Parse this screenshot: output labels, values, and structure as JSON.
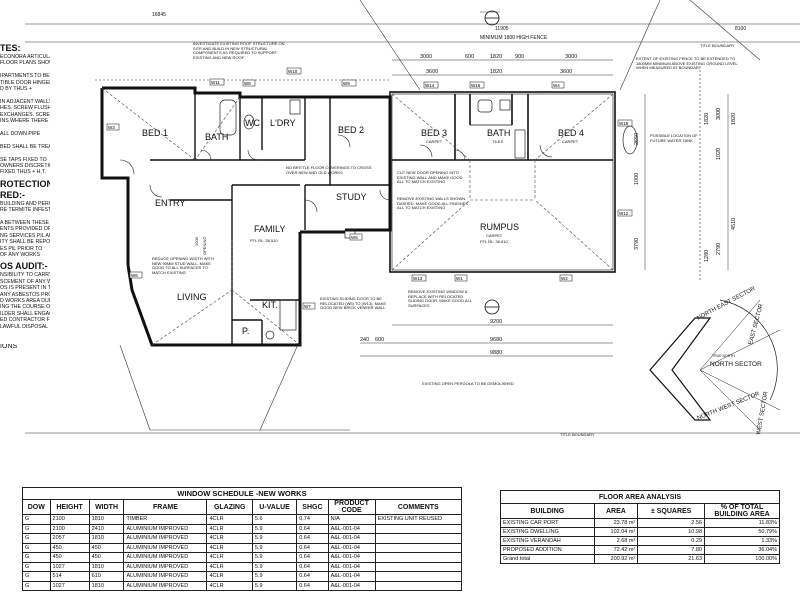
{
  "site": {
    "dims_top": [
      "16845",
      "11905",
      "8100"
    ],
    "fence_note": "MINIMUM 1800 HIGH FENCE",
    "title_boundary": "TITLE BOUNDARY",
    "note_investigate": "INVESTIGATE EXISTING ROOF STRUCTURE ON SITE AND BUILD IN NEW STRUCTURAL COMPONENTS AS REQUIRED TO SUPPORT EXISTING AND NEW ROOF",
    "note_fence": "EXTENT OF EXISTING FENCE TO BE EXTENDED TO 1800MM MINIMUM ABOVE EXISTING GROUND LEVEL WHEN MEASURED AT BOUNDARY",
    "note_tank": "POSSIBLE LOCATION OF FUTURE WATER TANK",
    "note_floor": "NO BRITTLE FLOOR COVERINGS TO CROSS OVER NEW AND OLD WORKS",
    "note_cut_door": "CUT NEW DOOR OPENING INTO EXISTING WALL AND MAKE GOOD ALL TO MATCH EXISTING",
    "note_remove_walls": "REMOVE EXISTING WALLS SHOWN DASHED. MAKE GOOD ALL FINISHES ALL TO MATCH EXISTING",
    "note_reduce": "REDUCE OPENING WIDTH WITH NEW 90MM STUD WALL. MAKE GOOD TO ALL SURFACES TO MATCH EXISTING",
    "note_sliding": "EXISTING SLIDING DOOR TO BE RELOCATED (W5) TO (W13). MAKE GOOD NEW BRICK VENEER WALL",
    "note_window": "REMOVE EXISTING WINDOW & REPLACE WITH RELOCATED SLIDING DOOR. MAKE GOOD ALL SURFACES",
    "note_pergola": "EXISTING OPEN PERGOLA TO BE DEMOLISHED",
    "dims_addition_top": [
      "3000",
      "600",
      "1820",
      "900",
      "3000"
    ],
    "dims_addition_second": [
      "3600",
      "1820",
      "3600"
    ],
    "dims_bottom": [
      "9200",
      "9680",
      "9880"
    ],
    "dims_bottom_small": [
      "240",
      "600"
    ],
    "dims_right": [
      "2650",
      "1820",
      "1000",
      "3790",
      "1280",
      "4510"
    ],
    "dims_right_inner": [
      "3000",
      "1020",
      "1820",
      "2790"
    ],
    "dim_opening": "1000",
    "opening_label": "OPENING"
  },
  "rooms": {
    "bed1": "BED 1",
    "bath": "BATH",
    "wc": "WC",
    "ldry": "L'DRY",
    "bed2": "BED 2",
    "entry": "ENTRY",
    "family": "FAMILY",
    "family_rl": "FFL RL: 38.510",
    "study": "STUDY",
    "living": "LIVING",
    "kit": "KIT.",
    "p": "P.",
    "bed3": "BED 3",
    "bed3_sub": "CARPET",
    "bath2": "BATH",
    "bath2_sub": "TILES",
    "bed4": "BED 4",
    "bed4_sub": "CARPET",
    "rumpus": "RUMPUS",
    "rumpus_sub": "CARPET",
    "rumpus_rl": "FFL RL: 38.610"
  },
  "windows": [
    "W11",
    "W8",
    "W10",
    "W9",
    "W14",
    "W16",
    "W4",
    "W3",
    "W5",
    "W6",
    "W7",
    "W13",
    "W1",
    "W2",
    "W12",
    "W15"
  ],
  "compass": {
    "ne": "NORTH EAST SECTOR",
    "east": "EAST SECTOR",
    "north": "NORTH SECTOR",
    "true_north": "TRUE NORTH",
    "nw": "NORTH WEST SECTOR",
    "west": "WEST SECTOR"
  },
  "notes": {
    "h1": "TES:",
    "l1": [
      "ECONORA ARTICULATION",
      "FLOOR PLANS SHOWN",
      "",
      "IPARTMENTS TO BE",
      "TIBLE DOOR HINGED OR",
      "D BY THUS +",
      "",
      "IN ADJACENT WALLS TO",
      "HES. SCREW FLUSH TO",
      "EXCHANGES. SCREW",
      "INS WHERE THERE IS",
      "",
      "ALL DOWN PIPE",
      "",
      "BED SHALL BE TREATED",
      "",
      "SE TAPS FIXED TO",
      "OWNERS DISCRETION",
      "FIXED THUS + H.T."
    ],
    "h2": "ROTECTION RED:-",
    "l2": [
      "BUILDING AND PERIMETER",
      "RE TERMITE INFESTATION TO",
      "",
      "A BETWEEN THESE",
      "ENTS PROVIDED OR",
      "NG SERVICES PIL AND",
      "ITY SHALL BE REPORTED",
      "ES PIL PRIOR TO",
      "OF ANY WORKS"
    ],
    "h3": "OS AUDIT:-",
    "l3": [
      "NSIBILITY TO CARRY OUT",
      "SCEMENT OF ANY WORKS",
      "OS IS PRESENT IN THE",
      "ANY ASBESTOS PRODUCT",
      "D WORKS AREA DURING",
      "ING THE COURSE OF THE",
      "ILDER SHALL ENGAGE AN",
      "ED CONTRACTOR FOR",
      "LAWFUL DISPOSAL"
    ],
    "l4": "IONS"
  },
  "window_schedule": {
    "title": "WINDOW SCHEDULE -NEW WORKS",
    "headers": [
      "DOW",
      "HEIGHT",
      "WIDTH",
      "FRAME",
      "GLAZING",
      "U-VALUE",
      "SHGC",
      "PRODUCT CODE",
      "COMMENTS"
    ],
    "rows": [
      [
        "G",
        "2100",
        "1810",
        "TIMBER",
        "4CLR",
        "5.6",
        "0.74",
        "N/A",
        "EXISTING UNIT REUSED"
      ],
      [
        "G",
        "2100",
        "2410",
        "ALUMINIUM IMPROVED",
        "4CLR",
        "5.9",
        "0.64",
        "A&L-001-04",
        ""
      ],
      [
        "G",
        "2057",
        "1810",
        "ALUMINIUM IMPROVED",
        "4CLR",
        "5.9",
        "0.64",
        "A&L-001-04",
        ""
      ],
      [
        "G",
        "450",
        "450",
        "ALUMINIUM IMPROVED",
        "4CLR",
        "5.9",
        "0.64",
        "A&L-001-04",
        ""
      ],
      [
        "G",
        "450",
        "450",
        "ALUMINIUM IMPROVED",
        "4CLR",
        "5.9",
        "0.64",
        "A&L-001-04",
        ""
      ],
      [
        "G",
        "1027",
        "1810",
        "ALUMINIUM IMPROVED",
        "4CLR",
        "5.9",
        "0.64",
        "A&L-001-04",
        ""
      ],
      [
        "G",
        "514",
        "610",
        "ALUMINIUM IMPROVED",
        "4CLR",
        "5.9",
        "0.64",
        "A&L-001-04",
        ""
      ],
      [
        "G",
        "1027",
        "1810",
        "ALUMINIUM IMPROVED",
        "4CLR",
        "5.9",
        "0.64",
        "A&L-001-04",
        ""
      ]
    ]
  },
  "floor_area": {
    "title": "FLOOR AREA ANALYSIS",
    "headers": [
      "BUILDING",
      "AREA",
      "± SQUARES",
      "% OF TOTAL BUILDING AREA"
    ],
    "rows": [
      [
        "EXISTING CAR PORT",
        "23.78 m²",
        "2.56",
        "11.83%"
      ],
      [
        "EXISTING DWELLING",
        "102.04 m²",
        "10.98",
        "50.79%"
      ],
      [
        "EXISTING VERANDAH",
        "2.68 m²",
        "0.29",
        "1.33%"
      ],
      [
        "PROPOSED ADDITION",
        "72.42 m²",
        "7.80",
        "36.04%"
      ],
      [
        "Grand total",
        "200.92 m²",
        "21.63",
        "100.00%"
      ]
    ]
  }
}
